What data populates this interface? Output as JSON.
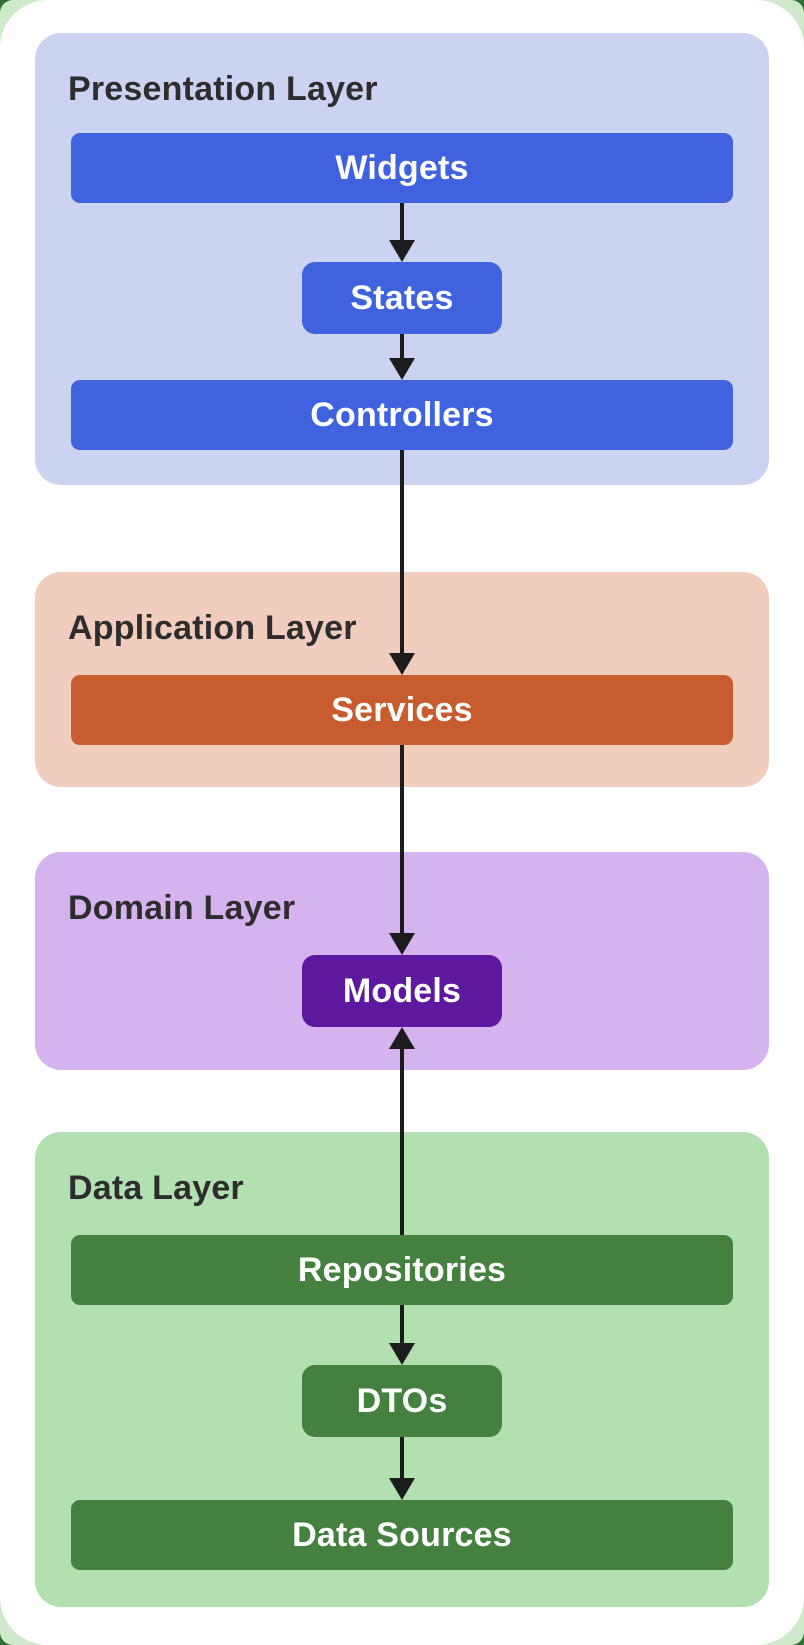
{
  "page": {
    "card_color": "#ffffff",
    "frame_dark_green": "#2e6f35",
    "frame_light_green": "#cfeacb"
  },
  "arrow_color": "#1c1c1c",
  "title_color": "#2d2d2d",
  "layers": [
    {
      "id": "presentation",
      "title": "Presentation Layer",
      "bg": "#ccd3f1",
      "box_color": "#3f63de",
      "boxes": [
        {
          "label": "Widgets",
          "size": "full"
        },
        {
          "label": "States",
          "size": "small"
        },
        {
          "label": "Controllers",
          "size": "full"
        }
      ]
    },
    {
      "id": "application",
      "title": "Application Layer",
      "bg": "#f0cdbc",
      "box_color": "#c75d2e",
      "boxes": [
        {
          "label": "Services",
          "size": "full"
        }
      ]
    },
    {
      "id": "domain",
      "title": "Domain Layer",
      "bg": "#d5b3ef",
      "box_color": "#5e189e",
      "boxes": [
        {
          "label": "Models",
          "size": "small"
        }
      ]
    },
    {
      "id": "data",
      "title": "Data Layer",
      "bg": "#b3e0b0",
      "box_color": "#44813f",
      "boxes": [
        {
          "label": "Repositories",
          "size": "full"
        },
        {
          "label": "DTOs",
          "size": "small"
        },
        {
          "label": "Data Sources",
          "size": "full"
        }
      ]
    }
  ],
  "connections": [
    {
      "from": "Widgets",
      "to": "States",
      "direction": "down"
    },
    {
      "from": "States",
      "to": "Controllers",
      "direction": "down"
    },
    {
      "from": "Controllers",
      "to": "Services",
      "direction": "down"
    },
    {
      "from": "Services",
      "to": "Models",
      "direction": "down"
    },
    {
      "from": "Repositories",
      "to": "Models",
      "direction": "up"
    },
    {
      "from": "Repositories",
      "to": "DTOs",
      "direction": "down"
    },
    {
      "from": "DTOs",
      "to": "Data Sources",
      "direction": "down"
    }
  ]
}
